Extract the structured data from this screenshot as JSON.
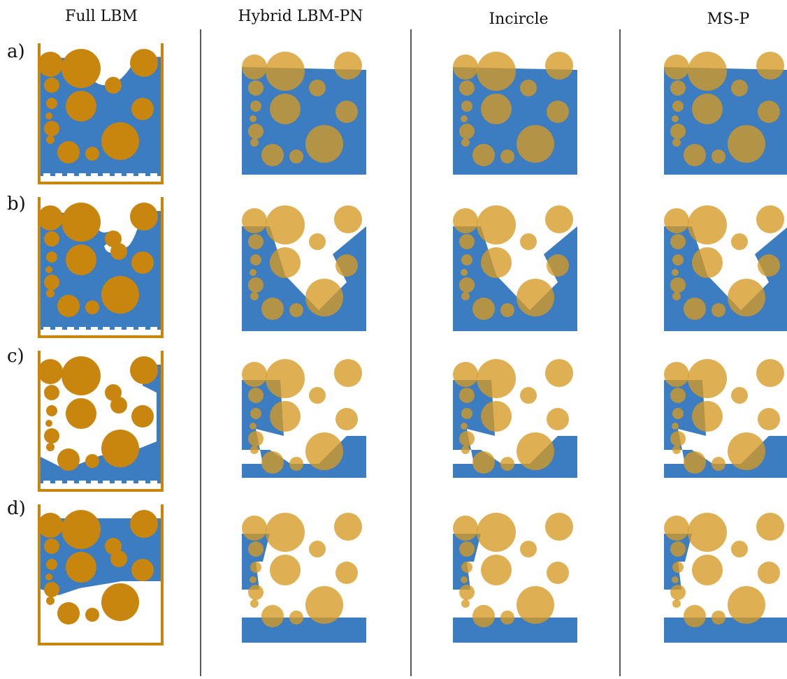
{
  "columns": [
    {
      "id": "full-lbm",
      "label": "Full LBM"
    },
    {
      "id": "hybrid",
      "label": "Hybrid LBM-PN"
    },
    {
      "id": "incircle",
      "label": "Incircle"
    },
    {
      "id": "msp",
      "label": "MS-P"
    }
  ],
  "rows": [
    {
      "id": "a",
      "label": "a)"
    },
    {
      "id": "b",
      "label": "b)"
    },
    {
      "id": "c",
      "label": "c)"
    },
    {
      "id": "d",
      "label": "d)"
    }
  ],
  "colors": {
    "water": "#3c7cc0",
    "grain": "#c8860f",
    "grain_translucent": "#d59a22",
    "drain_line": "#ffffff",
    "background": "#ffffff"
  }
}
